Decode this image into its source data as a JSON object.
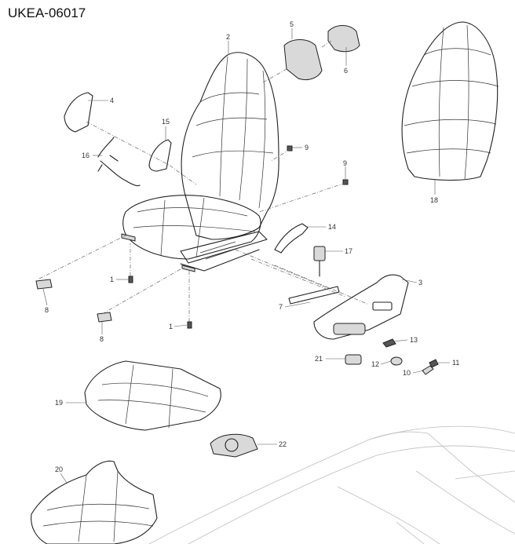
{
  "title": "UKEA-06017",
  "callouts": [
    "1",
    "1",
    "2",
    "3",
    "4",
    "5",
    "6",
    "7",
    "8",
    "8",
    "9",
    "9",
    "10",
    "11",
    "12",
    "13",
    "14",
    "15",
    "16",
    "17",
    "18",
    "19",
    "20",
    "21",
    "22"
  ]
}
